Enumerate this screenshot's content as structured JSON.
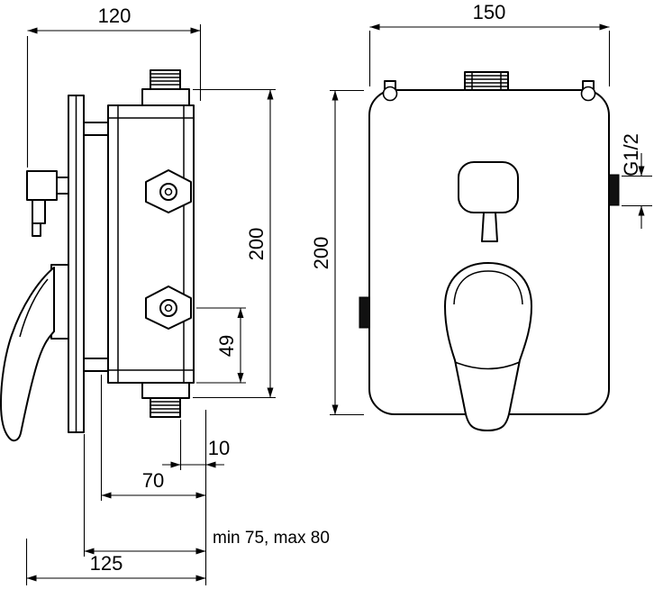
{
  "drawing": {
    "colors": {
      "line": "#000000",
      "background": "#ffffff"
    },
    "side_view": {
      "dim_width_top": "120",
      "dim_height": "200",
      "dim_port_spacing": "49",
      "dim_wall_offset": "10",
      "dim_depth": "70",
      "dim_install_depth": "min 75, max 80",
      "dim_total_depth": "125"
    },
    "front_view": {
      "dim_width": "150",
      "dim_height": "200",
      "dim_thread_size": "G1/2"
    }
  }
}
